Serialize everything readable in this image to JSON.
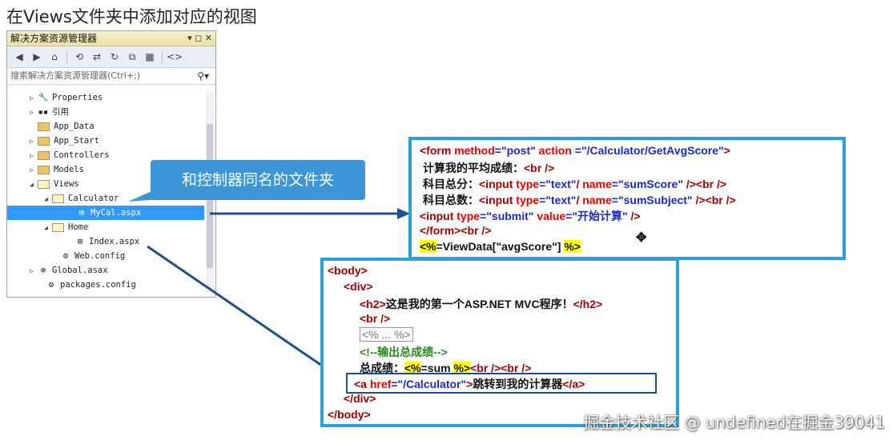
{
  "title": "在Views文件夹中添加对应的视图",
  "explorer": {
    "header": "解决方案资源管理器",
    "header_controls": "▾ ◻ ✕",
    "search_placeholder": "搜索解决方案资源管理器(Ctrl+;)",
    "items": [
      {
        "label": "Properties",
        "arrow": "▷",
        "icon": "wrench-icon"
      },
      {
        "label": "引用",
        "arrow": "▷",
        "icon": "references-icon"
      },
      {
        "label": "App_Data",
        "arrow": "",
        "icon": "folder-icon"
      },
      {
        "label": "App_Start",
        "arrow": "▷",
        "icon": "folder-icon"
      },
      {
        "label": "Controllers",
        "arrow": "▷",
        "icon": "folder-icon"
      },
      {
        "label": "Models",
        "arrow": "▷",
        "icon": "folder-icon"
      },
      {
        "label": "Views",
        "arrow": "◢",
        "icon": "folder-open-icon"
      },
      {
        "label": "Calculator",
        "arrow": "◢",
        "icon": "folder-open-icon"
      },
      {
        "label": "MyCal.aspx",
        "arrow": "",
        "icon": "aspx-file-icon"
      },
      {
        "label": "Home",
        "arrow": "◢",
        "icon": "folder-open-icon"
      },
      {
        "label": "Index.aspx",
        "arrow": "",
        "icon": "aspx-file-icon"
      },
      {
        "label": "Web.config",
        "arrow": "",
        "icon": "config-file-icon"
      },
      {
        "label": "Global.asax",
        "arrow": "▷",
        "icon": "asax-file-icon"
      },
      {
        "label": "packages.config",
        "arrow": "",
        "icon": "config-file-icon"
      }
    ]
  },
  "callout": "和控制器同名的文件夹",
  "code_top": {
    "l1_tag_open": "<form ",
    "l1_attr1": "method",
    "l1_eq1": "=",
    "l1_val1": "\"post\"",
    "l1_attr2": " action ",
    "l1_eq2": "=",
    "l1_val2": "\"/Calculator/GetAvgScore\"",
    "l1_close": ">",
    "l2_text": "计算我的平均成绩：",
    "l2_tag": "<br />",
    "l3_text": "科目总分：",
    "l3_tag1": "<input ",
    "l3_attr1": "type",
    "l3_eq": "=",
    "l3_val1": "\"text\"",
    "l3_slash": "/ ",
    "l3_attr2": "name",
    "l3_eq2": "=",
    "l3_val2": "\"sumScore\"",
    "l3_tail": " /><br />",
    "l4_text": "科目总数：",
    "l4_tag1": "<input ",
    "l4_attr1": "type",
    "l4_eq": "=",
    "l4_val1": "\"text\"",
    "l4_slash": "/ ",
    "l4_attr2": "name",
    "l4_eq2": "=",
    "l4_val2": "\"sumSubject\"",
    "l4_tail": " /><br />",
    "l5_tag": "<input ",
    "l5_attr1": "type",
    "l5_eq1": "=",
    "l5_val1": "\"submit\"",
    "l5_attr2": " value",
    "l5_eq2": "=",
    "l5_val2": "\"开始计算\"",
    "l5_tail": " />",
    "l6": "</form><br />",
    "l7_open": "<%",
    "l7_code": "=ViewData[\"avgScore\"] ",
    "l7_close": "%>"
  },
  "code_bottom": {
    "l1": "<body>",
    "l2": "<div>",
    "l3_open": "<h2>",
    "l3_text": "这是我的第一个ASP.NET MVC程序！",
    "l3_close": "</h2>",
    "l4": "<br />",
    "l5": "<% ... %>",
    "l6": "<!--输出总成绩-->",
    "l7_text": "总成绩：",
    "l7_open": "<%",
    "l7_code": "=sum ",
    "l7_close": "%>",
    "l7_tail": "<br /><br />",
    "l8_tag": "<a ",
    "l8_attr": "href",
    "l8_eq": "=",
    "l8_val": "\"/Calculator\"",
    "l8_gt": ">",
    "l8_text": "跳转到我的计算器",
    "l8_close": "</a>",
    "l9": "</div>",
    "l10": "</body>"
  },
  "watermark": "掘金技术社区 @ undefined在掘金39041",
  "colors": {
    "panel_border": "#29a0dc",
    "callout_bg": "#3d95d5",
    "arrow": "#1d4f8a",
    "selection": "#3399ff"
  }
}
